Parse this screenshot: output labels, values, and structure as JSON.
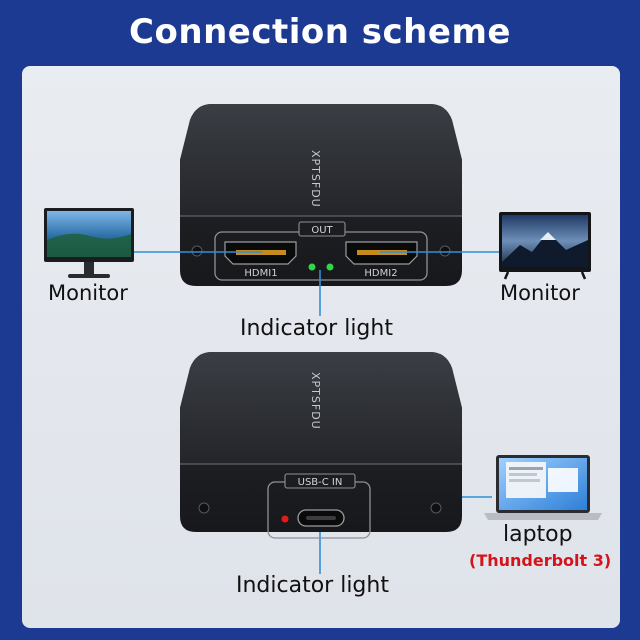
{
  "title": "Connection scheme",
  "brand": "XPTSFDU",
  "top_device": {
    "panel_label": "OUT",
    "port1_label": "HDMI1",
    "port2_label": "HDMI2",
    "led_color": "#2fd64a"
  },
  "bottom_device": {
    "panel_label": "USB-C IN",
    "led_color": "#e11b1b"
  },
  "labels": {
    "monitor_left": "Monitor",
    "monitor_right": "Monitor",
    "indicator_top": "Indicator light",
    "indicator_bottom": "Indicator light",
    "laptop": "laptop",
    "laptop_sub": "(Thunderbolt 3)"
  },
  "colors": {
    "background": "#1d3a92",
    "connector_line": "#2f8fd8",
    "device_body": "#2a2c30",
    "accent_red": "#d4141a"
  }
}
